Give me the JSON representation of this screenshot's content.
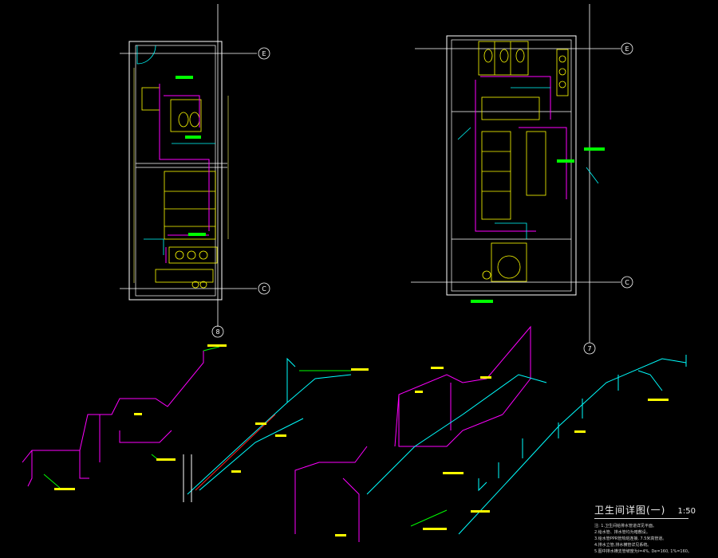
{
  "grid": {
    "plan_left": {
      "top_axis": "E",
      "bottom_axis": "C",
      "column_axis": "8"
    },
    "plan_right": {
      "top_axis": "E",
      "bottom_axis": "C",
      "column_axis": "7"
    }
  },
  "title_block": {
    "title": "卫生间详图(一)",
    "scale": "1:50",
    "notes": [
      "注: 1.卫生间给排水管道详见平面。",
      "2.给水管、排水管均为暗敷设。",
      "3.给水管PPR管热熔连接, 7.5米高管道。",
      "4.排水立管,排水横管详见系统。",
      "5.图中排水横支管坡度为i=4%, De=160, 1%=160。"
    ]
  },
  "colors": {
    "background": "#000000",
    "wall": "#ffffff",
    "grid_line": "#ffffff",
    "fixture": "#ffff00",
    "water_supply": "#ff00ff",
    "drainage": "#00ffff",
    "hot_water": "#ff2020",
    "label": "#00ff00",
    "dimension": "#ffff66"
  }
}
